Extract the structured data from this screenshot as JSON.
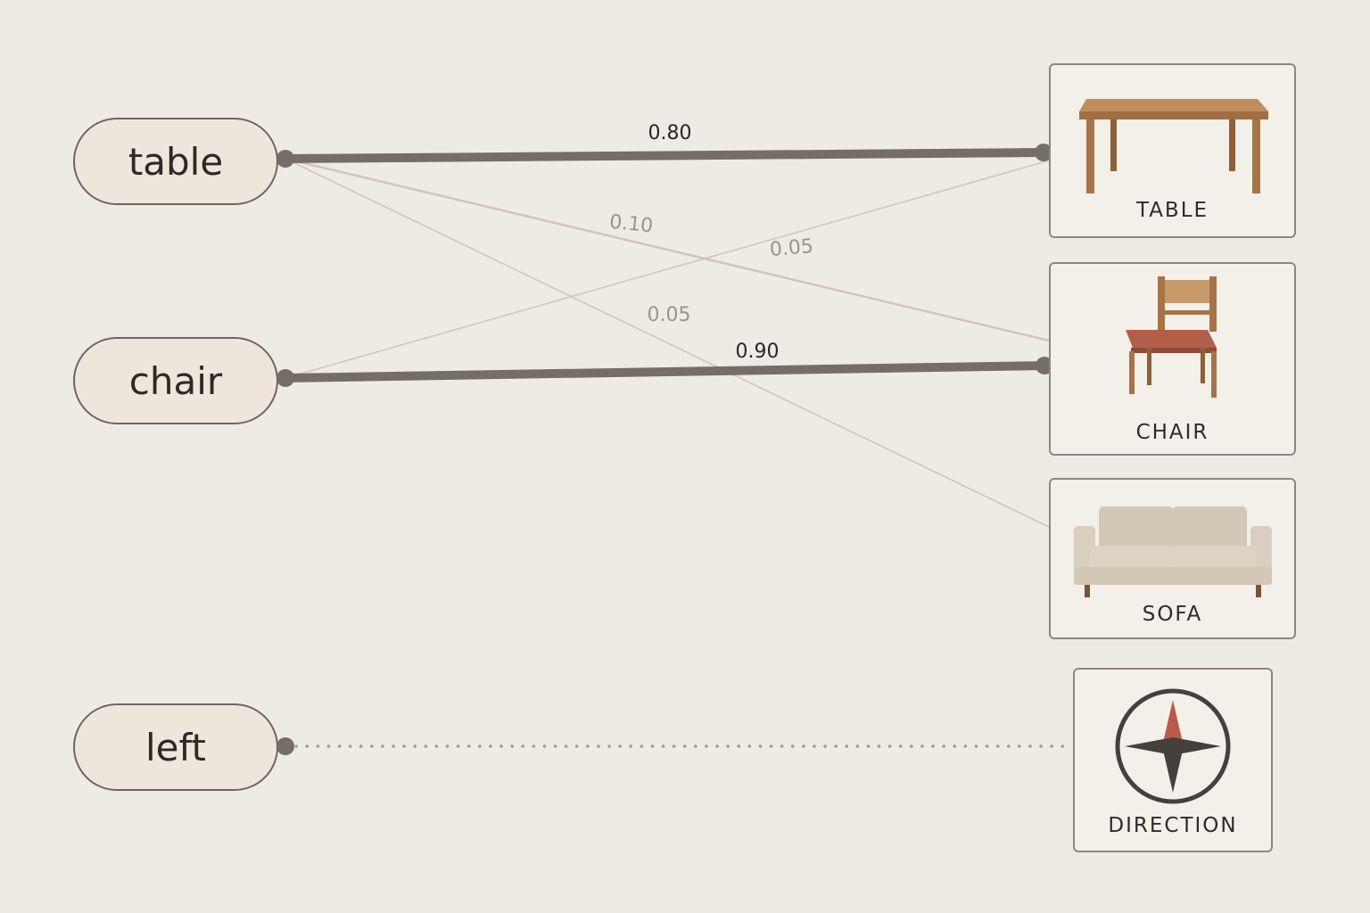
{
  "words": [
    {
      "id": "table",
      "label": "table"
    },
    {
      "id": "chair",
      "label": "chair"
    },
    {
      "id": "left",
      "label": "left"
    }
  ],
  "concepts": [
    {
      "id": "table",
      "label": "TABLE",
      "icon": "table-icon"
    },
    {
      "id": "chair",
      "label": "CHAIR",
      "icon": "chair-icon"
    },
    {
      "id": "sofa",
      "label": "SOFA",
      "icon": "sofa-icon"
    },
    {
      "id": "direction",
      "label": "DIRECTION",
      "icon": "compass-icon"
    }
  ],
  "edges": [
    {
      "from": "table",
      "to": "table",
      "weight": "0.80",
      "strength": "strong",
      "style": "solid"
    },
    {
      "from": "table",
      "to": "chair",
      "weight": "0.10",
      "strength": "faint",
      "style": "solid"
    },
    {
      "from": "table",
      "to": "sofa",
      "weight": "0.05",
      "strength": "faint",
      "style": "solid"
    },
    {
      "from": "chair",
      "to": "table",
      "weight": "0.05",
      "strength": "faint",
      "style": "solid"
    },
    {
      "from": "chair",
      "to": "chair",
      "weight": "0.90",
      "strength": "strong",
      "style": "solid"
    },
    {
      "from": "left",
      "to": "direction",
      "weight": "",
      "strength": "faint",
      "style": "dotted"
    }
  ],
  "colors": {
    "background": "#eeebe5",
    "strong_edge": "#756e68",
    "faint_edge": "#cfc5bb",
    "wood": "#b07a4a",
    "seat": "#b25f4a",
    "sofa": "#d6cbbb",
    "compass_accent": "#b85c48",
    "compass_dark": "#45403c"
  }
}
